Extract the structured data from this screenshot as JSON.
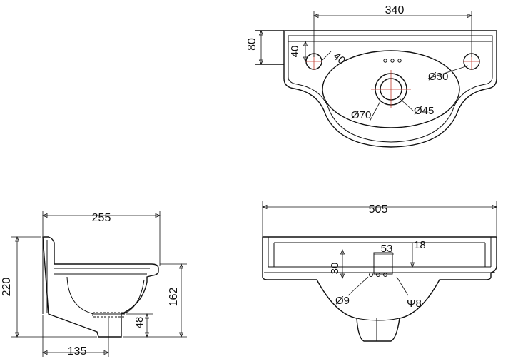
{
  "top_view": {
    "labels": {
      "tap_spacing": "340",
      "back_depth": "80",
      "offset_vertical": "40",
      "offset_diagonal": "40",
      "tap_hole": "Ø30",
      "outer_waste": "Ø70",
      "inner_waste": "Ø45"
    }
  },
  "side_view": {
    "labels": {
      "depth": "255",
      "height": "220",
      "front_height": "162",
      "waste_height": "48",
      "waste_offset": "135"
    }
  },
  "front_view": {
    "labels": {
      "width": "505",
      "waste_width": "53",
      "rim": "18",
      "waste_depth": "30",
      "bolt_hole": "Ø9",
      "bolt_spacing": "Ψ8"
    }
  }
}
